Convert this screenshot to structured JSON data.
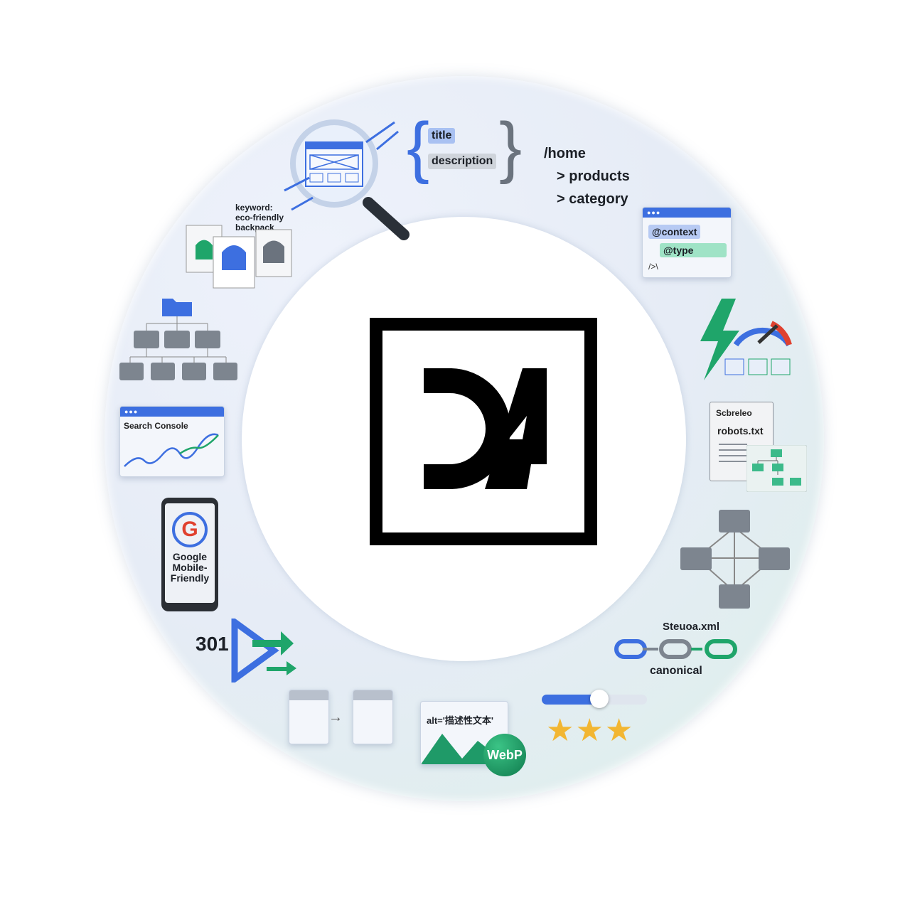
{
  "ring_items": {
    "meta_tags": {
      "title": "title",
      "description": "description"
    },
    "breadcrumb": [
      "/home",
      "> products",
      "> category"
    ],
    "schema": {
      "context": "@context",
      "type": "@type",
      "code": "/>\\"
    },
    "keyword": {
      "label": "keyword:",
      "value": "eco-friendly",
      "value2": "backpack"
    },
    "search_console": {
      "label": "Search Console"
    },
    "mobile": {
      "line1": "Google",
      "line2": "Mobile-",
      "line3": "Friendly",
      "logo_letter": "G"
    },
    "redirect": {
      "code": "301"
    },
    "robots": {
      "header": "Scbreleo",
      "file": "robots.txt"
    },
    "sitemap": {
      "file": "Steuoa.xml",
      "canonical": "canonical"
    },
    "image_alt": {
      "alt": "alt='描述性文本'",
      "format": "WebP"
    },
    "rating": {
      "stars": 3,
      "slider_level": 0.55
    }
  },
  "logo": {
    "text": "D/"
  },
  "colors": {
    "blue": "#3d6fe0",
    "green": "#1fa56a",
    "gray": "#7d858f",
    "gold": "#f2b632"
  }
}
